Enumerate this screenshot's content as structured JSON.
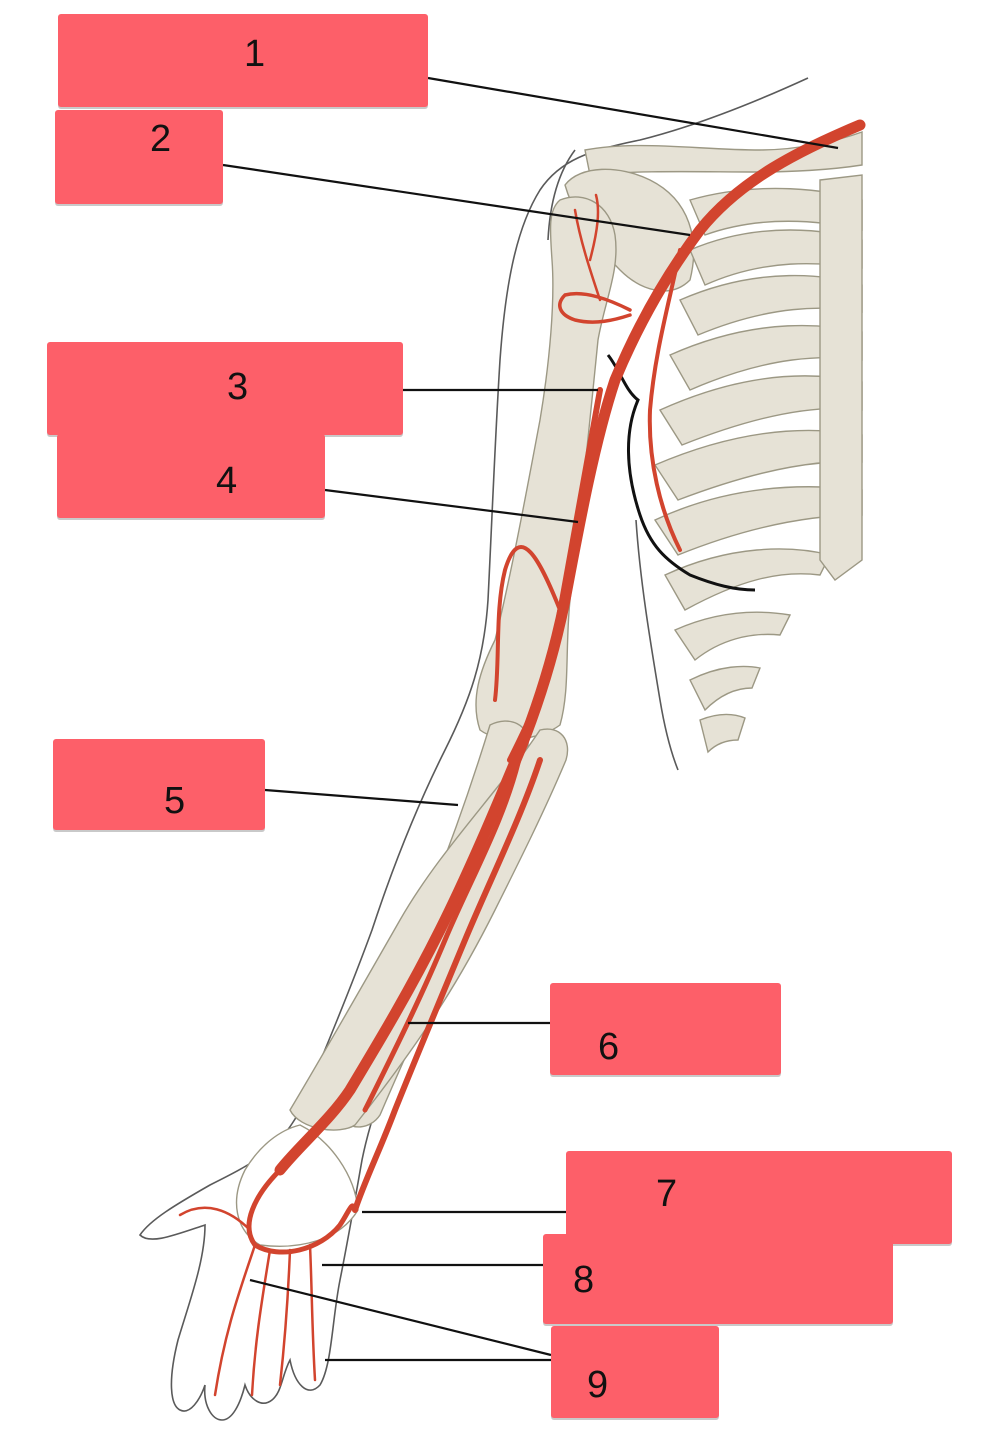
{
  "colors": {
    "label_fill": "#fd5f69",
    "bone": "#e6e2d6",
    "bone_stroke": "#9c9884",
    "artery": "#d2442e",
    "artery_dark": "#a9321f",
    "outline": "#5a5a5a",
    "leader": "#111111"
  },
  "labels": [
    {
      "number": "1"
    },
    {
      "number": "2"
    },
    {
      "number": "3"
    },
    {
      "number": "4"
    },
    {
      "number": "5"
    },
    {
      "number": "6"
    },
    {
      "number": "7"
    },
    {
      "number": "8"
    },
    {
      "number": "9"
    }
  ]
}
